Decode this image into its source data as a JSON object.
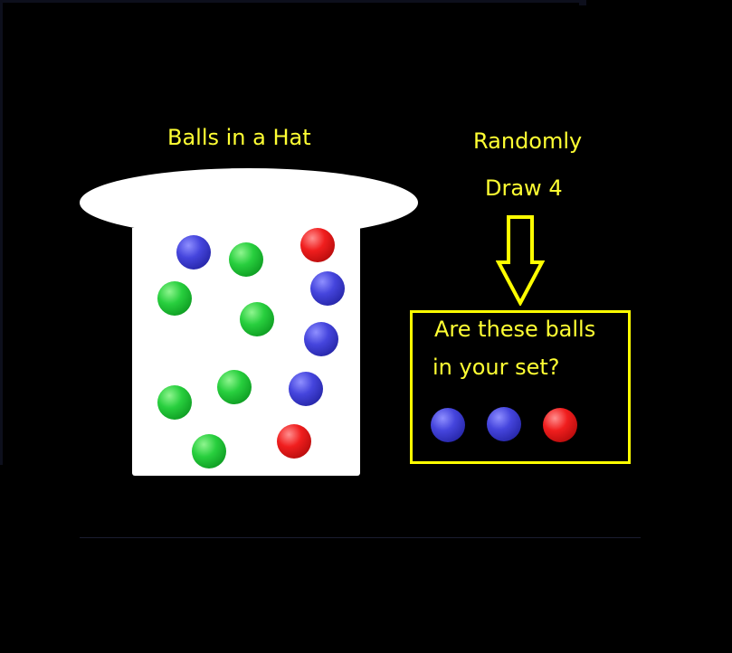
{
  "diagram": {
    "hat_title": "Balls in a Hat",
    "draw_label_line1": "Randomly",
    "draw_label_line2": "Draw 4",
    "question_line1": "Are these balls",
    "question_line2": "in your set?",
    "hat_balls": [
      {
        "color": "blue"
      },
      {
        "color": "green"
      },
      {
        "color": "red"
      },
      {
        "color": "green"
      },
      {
        "color": "blue"
      },
      {
        "color": "green"
      },
      {
        "color": "blue"
      },
      {
        "color": "green"
      },
      {
        "color": "green"
      },
      {
        "color": "blue"
      },
      {
        "color": "green"
      },
      {
        "color": "red"
      }
    ],
    "drawn_balls": [
      {
        "color": "blue"
      },
      {
        "color": "blue"
      },
      {
        "color": "red"
      }
    ],
    "colors": {
      "background": "#000000",
      "text": "#ffff33",
      "box_border": "#ffff00",
      "hat": "#ffffff",
      "blue": "#3c3cd6",
      "green": "#22c23a",
      "red": "#e81a1a"
    }
  }
}
